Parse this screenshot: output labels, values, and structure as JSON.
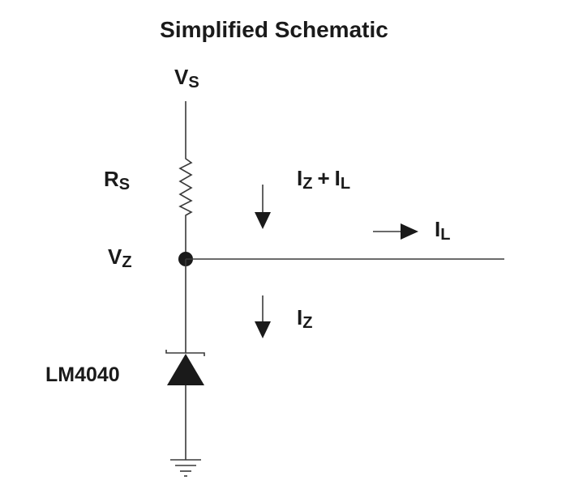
{
  "title": "Simplified Schematic",
  "nodes": {
    "supply": {
      "main": "V",
      "sub": "S"
    },
    "zener_node": {
      "main": "V",
      "sub": "Z"
    }
  },
  "components": {
    "resistor": {
      "main": "R",
      "sub": "S"
    },
    "reference": {
      "label": "LM4040"
    }
  },
  "currents": {
    "source": {
      "a_main": "I",
      "a_sub": "Z",
      "plus": "+",
      "b_main": "I",
      "b_sub": "L"
    },
    "load": {
      "main": "I",
      "sub": "L"
    },
    "zener": {
      "main": "I",
      "sub": "Z"
    }
  }
}
